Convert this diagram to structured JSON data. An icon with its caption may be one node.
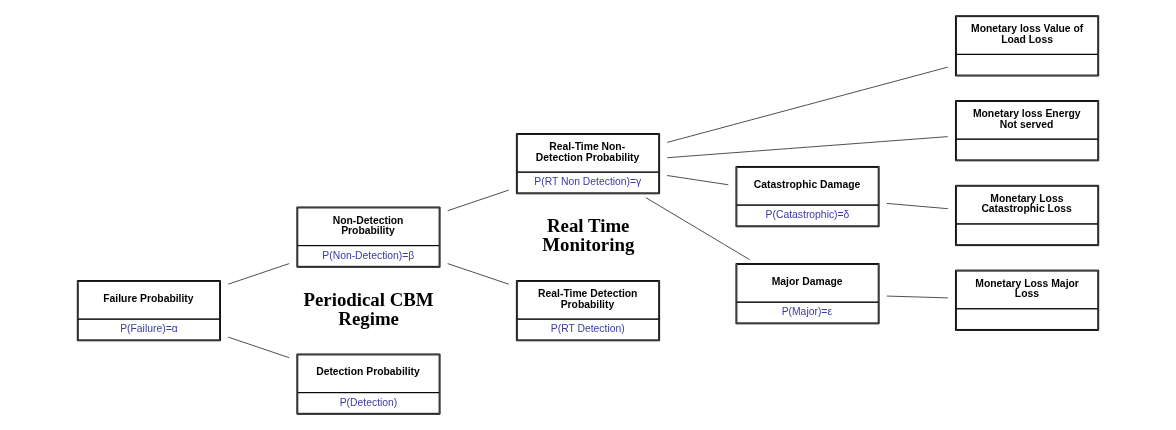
{
  "diagram": {
    "nodes": [
      {
        "text": [
          "Failure Probability",
          "P(Failure)=α"
        ]
      },
      {
        "text": [
          "Detection Probability",
          "P(Detection)"
        ]
      },
      {
        "text": [
          "Non-Detection Probability",
          "P(Non-Detection)=β"
        ]
      },
      {
        "text": [
          "Real-Time Detection Probability",
          "P(RT Detection)"
        ]
      },
      {
        "text": [
          "Real-Time Non-Detection Probability",
          "P(RT Non Detection)=γ"
        ]
      },
      {
        "text": [
          "Monetary loss Value of Load Loss"
        ]
      },
      {
        "text": [
          "Monetary loss Energy Not served"
        ]
      },
      {
        "text": [
          "Catastrophic Damage",
          "P(Catastrophic)=δ"
        ]
      },
      {
        "text": [
          "Major Damage",
          "P(Major)=ε"
        ]
      },
      {
        "text": [
          "Monetary Loss Catastrophic Loss"
        ]
      },
      {
        "text": [
          "Monetary Loss Major Loss"
        ]
      }
    ],
    "edges": [
      {
        "from": 0,
        "to": 1,
        "arrow": "none"
      },
      {
        "from": 0,
        "to": 2,
        "arrow": "none"
      },
      {
        "from": 2,
        "to": 3,
        "arrow": "none"
      },
      {
        "from": 2,
        "to": 4,
        "arrow": "none"
      },
      {
        "from": 4,
        "to": 5,
        "arrow": "none"
      },
      {
        "from": 4,
        "to": 6,
        "arrow": "none"
      },
      {
        "from": 4,
        "to": 7,
        "arrow": "none"
      },
      {
        "from": 4,
        "to": 8,
        "arrow": "none"
      },
      {
        "from": 7,
        "to": 9,
        "arrow": "none"
      },
      {
        "from": 8,
        "to": 10,
        "arrow": "none"
      }
    ],
    "labels": [
      "Periodical CBM Regime",
      "Real Time Monitoring"
    ]
  }
}
